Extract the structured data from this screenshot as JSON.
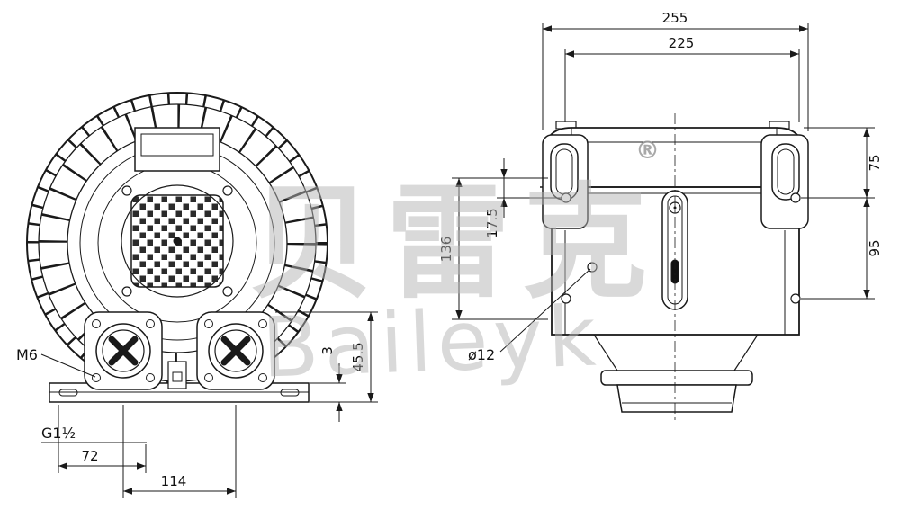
{
  "watermark": {
    "cjk": "贝雷克",
    "latin": "Baileyk",
    "registered_mark": "®"
  },
  "labels": {
    "bolt_thread": "M6",
    "port_thread": "G1½",
    "hole_diameter": "ø12"
  },
  "dims": {
    "front_offset": "72",
    "front_port_spacing": "114",
    "front_height": "45.5",
    "front_plate": "3",
    "side_overall_width": "255",
    "side_body_width": "225",
    "side_top_height": "75",
    "side_mid_height": "95",
    "side_left_height": "136",
    "side_hole_offset": "17.5"
  },
  "colors": {
    "line": "#1a1a1a",
    "watermark": "#b5b5b5"
  }
}
